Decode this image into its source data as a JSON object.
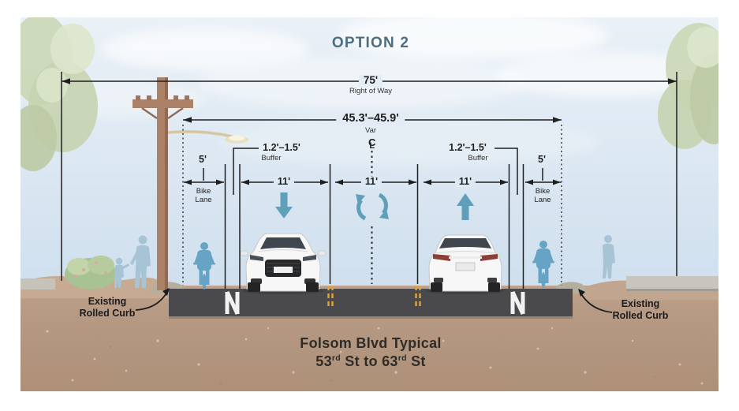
{
  "header": {
    "title": "OPTION 2"
  },
  "dimensions": {
    "right_of_way": {
      "value": "75'",
      "label": "Right of Way"
    },
    "curb_to_curb": {
      "value": "45.3'–45.9'",
      "label": "Var"
    },
    "centerline": {
      "c": "C",
      "l": "L"
    },
    "bike_lane_left": {
      "value": "5'",
      "line1": "Bike",
      "line2": "Lane"
    },
    "buffer_left": {
      "value": "1.2'–1.5'",
      "label": "Buffer"
    },
    "travel_lane_left": {
      "value": "11'"
    },
    "center_turn_lane": {
      "value": "11'"
    },
    "travel_lane_right": {
      "value": "11'"
    },
    "buffer_right": {
      "value": "1.2'–1.5'",
      "label": "Buffer"
    },
    "bike_lane_right": {
      "value": "5'",
      "line1": "Bike",
      "line2": "Lane"
    }
  },
  "callouts": {
    "curb_left": {
      "line1": "Existing",
      "line2": "Rolled Curb"
    },
    "curb_right": {
      "line1": "Existing",
      "line2": "Rolled Curb"
    }
  },
  "caption": {
    "line1": "Folsom Blvd Typical",
    "line2": {
      "a": "53",
      "a_sup": "rd",
      "b": " St to 63",
      "b_sup": "rd",
      "c": " St"
    }
  },
  "colors": {
    "accent_teal": "#5f9fba",
    "title_blue": "#4c6e81",
    "road_gray": "#4a4a4c",
    "dirt_brown": "#b59681",
    "marking_yellow": "#e3a23c",
    "silhouette_blue": "#a7c4d6",
    "cyclist_blue": "#66a3c4"
  }
}
